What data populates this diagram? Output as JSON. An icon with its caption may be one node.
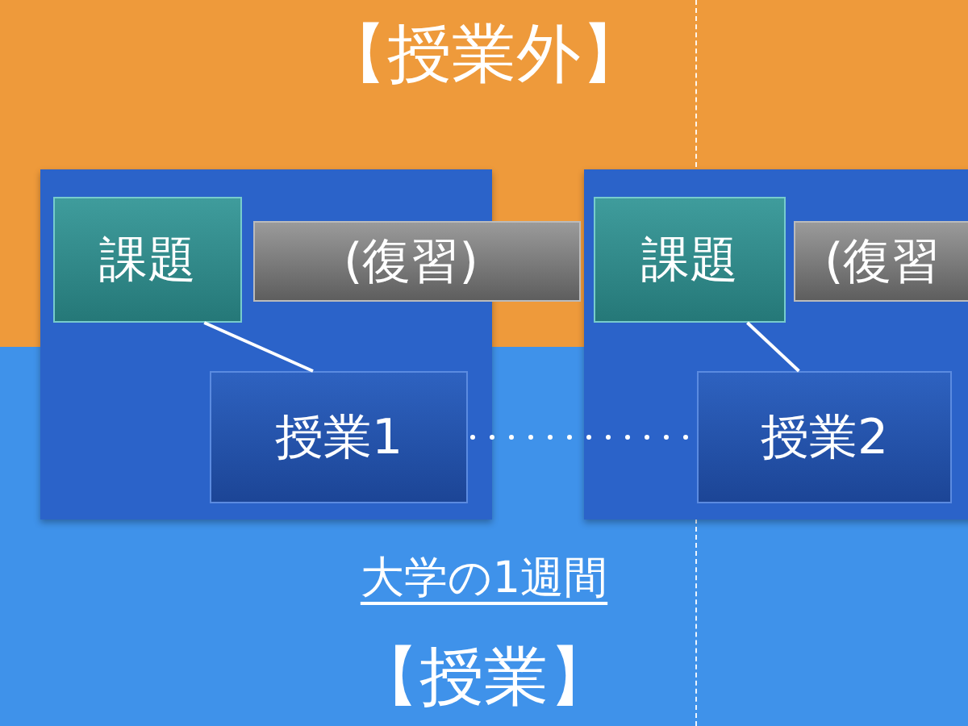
{
  "diagram": {
    "nodes": [
      {
        "text": [],
        "shape": "box"
      },
      {
        "text": [
          "課題"
        ],
        "in": 0
      },
      {
        "text": [
          "(復習)"
        ]
      },
      {
        "text": [
          "授業1"
        ],
        "in": 0
      },
      {
        "text": [],
        "shape": "box"
      },
      {
        "text": [
          "課題"
        ],
        "in": 4
      },
      {
        "text": [
          "(復習"
        ],
        "in": 4
      },
      {
        "text": [
          "授業2"
        ],
        "in": 4
      }
    ],
    "edges": [
      {
        "from": 1,
        "to": 3,
        "arrow": "none"
      },
      {
        "from": 5,
        "to": 7,
        "arrow": "none"
      },
      {
        "from": 3,
        "to": 7,
        "arrow": "none",
        "style": "dashed"
      }
    ],
    "labels": [
      "【授業外】",
      "大学の1週間",
      "【授業】"
    ]
  }
}
